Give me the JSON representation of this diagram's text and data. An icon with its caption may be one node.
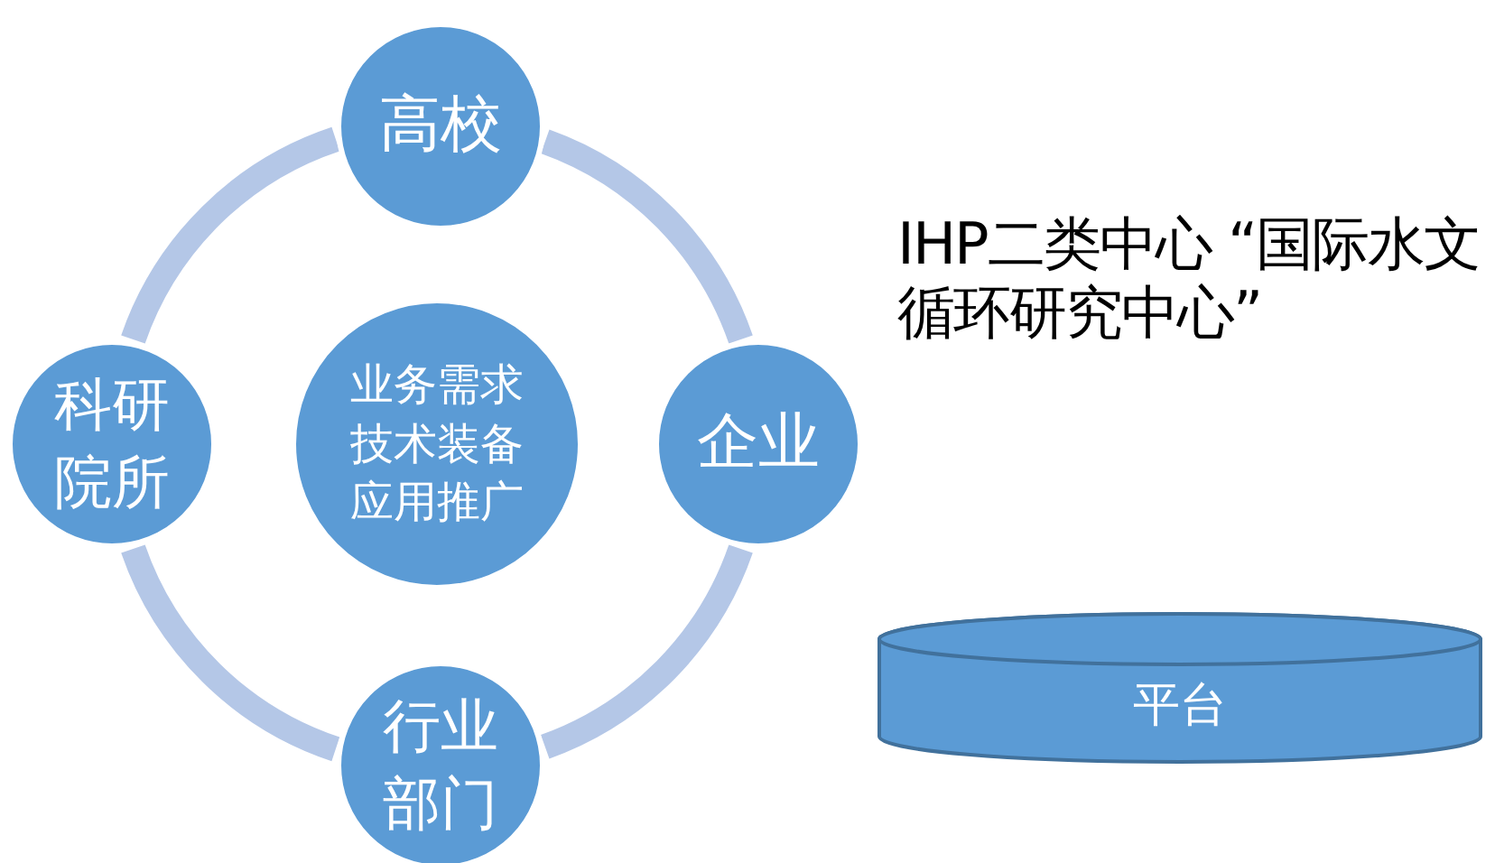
{
  "diagram": {
    "nodes": [
      {
        "text": [
          "高校"
        ]
      },
      {
        "text": [
          "企业"
        ]
      },
      {
        "text": [
          "行业部门"
        ]
      },
      {
        "text": [
          "科研院所"
        ]
      },
      {
        "text": [
          "业务需求",
          "技术装备",
          "应用推广"
        ]
      },
      {
        "text": [
          "平台"
        ]
      }
    ],
    "edges": [
      {
        "from": 0,
        "to": 1,
        "arrow": "none"
      },
      {
        "from": 1,
        "to": 2,
        "arrow": "none"
      },
      {
        "from": 2,
        "to": 3,
        "arrow": "none"
      },
      {
        "from": 3,
        "to": 0,
        "arrow": "none"
      }
    ],
    "labels": [
      "IHP二类中心 “国际水文循环研究中心”"
    ]
  }
}
